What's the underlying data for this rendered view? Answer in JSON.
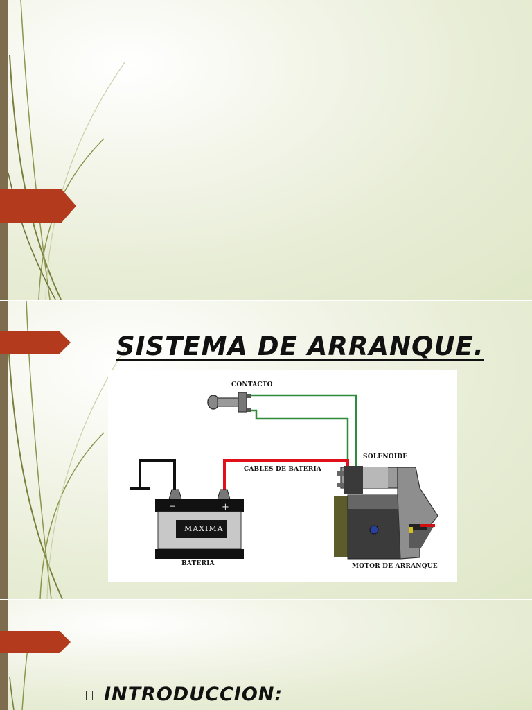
{
  "slides": [
    {
      "title": ""
    },
    {
      "title": "SISTEMA DE ARRANQUE.",
      "diagram": {
        "labels": {
          "contacto": "CONTACTO",
          "solenoide": "SOLENOIDE",
          "cables": "CABLES DE BATERIA",
          "bateria": "BATERIA",
          "motor": "MOTOR DE ARRANQUE",
          "brand": "MAXIMA",
          "minus": "−",
          "plus": "+"
        },
        "wire_colors": {
          "control": "#2e8b3a",
          "battery": "#e0101a"
        },
        "icons": [
          "ignition-key-icon",
          "battery-icon",
          "starter-motor-icon",
          "solenoid-icon",
          "ground-icon"
        ]
      }
    },
    {
      "bullet": "INTRODUCCION:"
    }
  ],
  "theme": {
    "accent": "#b33a1c",
    "bar": "#7d6c4e",
    "line": "#8a8f4a"
  }
}
